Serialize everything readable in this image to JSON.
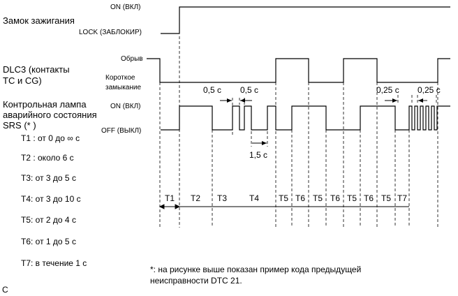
{
  "signals": {
    "ignition": {
      "name": "Замок зажигания",
      "on_label": "ON (ВКЛ)",
      "lock_label": "LOCK (ЗАБЛОКИР)"
    },
    "dlc3": {
      "name_line1": "DLC3 (контакты",
      "name_line2": "TC и CG)",
      "open_label": "Обрыв",
      "short_label_line1": "Короткое",
      "short_label_line2": "замыкание"
    },
    "srs": {
      "name_line1": "Контрольная лампа",
      "name_line2": "аварийного состояния",
      "name_line3": "SRS (* )",
      "on_label": "ON (ВКЛ)",
      "off_label": "OFF (ВЫКЛ)"
    }
  },
  "durations": {
    "a": "0,5 с",
    "b": "0,5 с",
    "c": "1,5 с",
    "d": "0,25 с",
    "e": "0,25 с"
  },
  "periods": [
    {
      "name": "T1",
      "text": "T1 : от 0 до ∞ с"
    },
    {
      "name": "T2",
      "text": "T2 : около 6 с"
    },
    {
      "name": "T3",
      "text": "T3: от 3 до 5 с"
    },
    {
      "name": "T4",
      "text": "T4: от 3 до 10 с"
    },
    {
      "name": "T5",
      "text": "T5: от 2 до 4 с"
    },
    {
      "name": "T6",
      "text": "T6: от 1 до 5 с"
    },
    {
      "name": "T7",
      "text": "T7: в течение 1 с"
    }
  ],
  "timeline_labels": [
    "T1",
    "T2",
    "T3",
    "T4",
    "T5",
    "T6",
    "T5",
    "T6",
    "T5",
    "T6",
    "T5",
    "T7"
  ],
  "footnote": {
    "line1": "*: на рисунке выше показан пример кода предыдущей",
    "line2": "неисправности DTC 21."
  },
  "corner_letter": "C"
}
